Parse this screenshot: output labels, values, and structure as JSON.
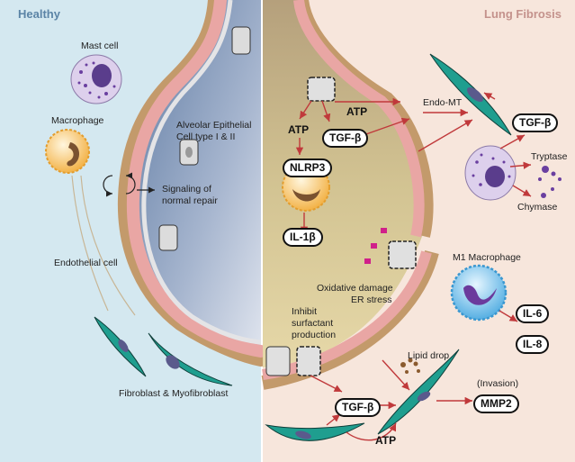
{
  "panels": {
    "healthy": {
      "title": "Healthy",
      "title_color": "#5b84a6",
      "bg_color": "#d4e8f0",
      "labels": {
        "mast_cell": "Mast cell",
        "macrophage": "Macrophage",
        "alveolar_epithelial": "Alveolar Epithelial",
        "alveolar_epithelial_2": "Cell type I & II",
        "signaling_1": "Signaling of",
        "signaling_2": "normal repair",
        "endothelial": "Endothelial cell",
        "fibroblast": "Fibroblast & Myofibroblast"
      }
    },
    "fibrosis": {
      "title": "Lung Fibrosis",
      "title_color": "#c4928c",
      "bg_color": "#f7e6dc",
      "labels": {
        "atp_top": "ATP",
        "atp_left": "ATP",
        "endo_mt": "Endo-MT",
        "tryptase": "Tryptase",
        "chymase": "Chymase",
        "m1_macrophage": "M1 Macrophage",
        "oxidative_1": "Oxidative damage",
        "oxidative_2": "ER stress",
        "inhibit_1": "Inhibit",
        "inhibit_2": "surfactant",
        "inhibit_3": "production",
        "lipid_drop": "Lipid drop",
        "invasion": "(Invasion)",
        "atp_bottom": "ATP"
      },
      "pills": {
        "tgfb_left": "TGF-β",
        "nlrp3": "NLRP3",
        "il1b": "IL-1β",
        "tgfb_right": "TGF-β",
        "il6": "IL-6",
        "il8": "IL-8",
        "tgfb_bottom": "TGF-β",
        "mmp2": "MMP2"
      }
    }
  },
  "colors": {
    "arrow": "#c0393b",
    "fibroblast": "#1f9e8f",
    "vessel": "#e9a6a4",
    "endothelium": "#c39a6b",
    "mast_cell": "#ddd0ec",
    "macrophage": "#f4b954",
    "m1_macrophage": "#5fb8e8"
  }
}
